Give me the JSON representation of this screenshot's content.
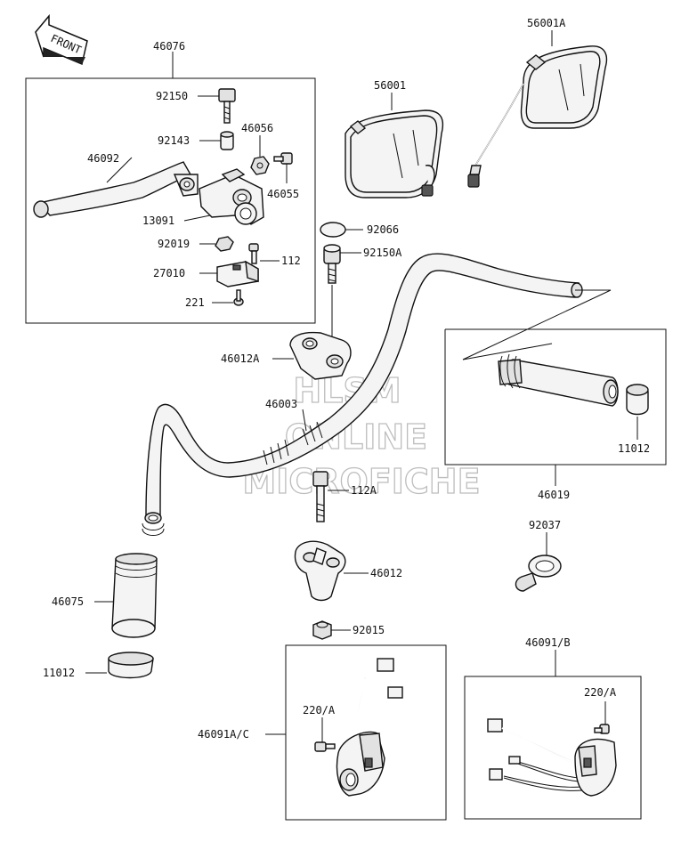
{
  "front_arrow": "FRONT",
  "watermark": [
    "HLSM",
    "ONLINE",
    "MICROFICHE"
  ],
  "labels": {
    "p46076": "46076",
    "p92150": "92150",
    "p92143": "92143",
    "p46056": "46056",
    "p46092": "46092",
    "p46055": "46055",
    "p13091": "13091",
    "p92019": "92019",
    "p112": "112",
    "p27010": "27010",
    "p221": "221",
    "p56001": "56001",
    "p56001A": "56001A",
    "p92066": "92066",
    "p92150A": "92150A",
    "p46012A": "46012A",
    "p46003": "46003",
    "p11012r": "11012",
    "p46019": "46019",
    "p112A": "112A",
    "p92037": "92037",
    "p46012": "46012",
    "p46075": "46075",
    "p92015": "92015",
    "p11012l": "11012",
    "p46091B": "46091/B",
    "p220Ar": "220/A",
    "p220Al": "220/A",
    "p46091AC": "46091A/C"
  }
}
